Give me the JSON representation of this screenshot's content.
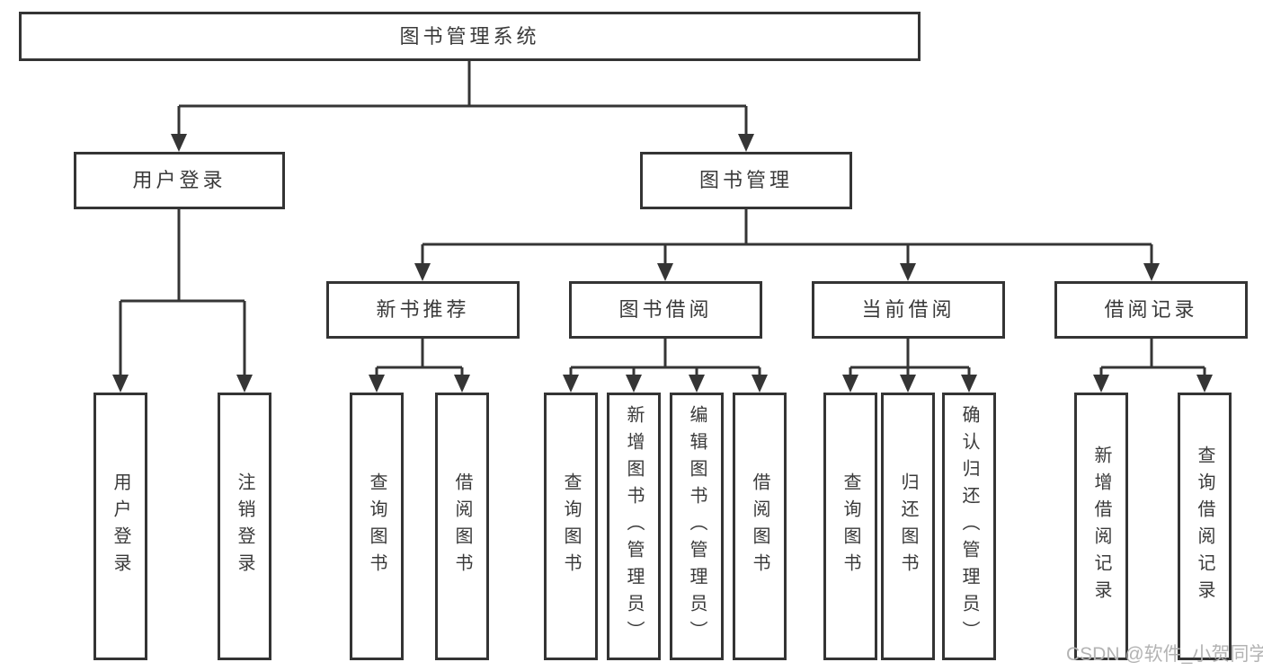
{
  "tree": {
    "root": {
      "label": "图书管理系统"
    },
    "branches": [
      {
        "label": "用户登录",
        "children": [
          {
            "label": "用户登录"
          },
          {
            "label": "注销登录"
          }
        ]
      },
      {
        "label": "图书管理",
        "sections": [
          {
            "label": "新书推荐",
            "children": [
              {
                "label": "查询图书"
              },
              {
                "label": "借阅图书"
              }
            ]
          },
          {
            "label": "图书借阅",
            "children": [
              {
                "label": "查询图书"
              },
              {
                "label": "新增图书（管理员）"
              },
              {
                "label": "编辑图书（管理员）"
              },
              {
                "label": "借阅图书"
              }
            ]
          },
          {
            "label": "当前借阅",
            "children": [
              {
                "label": "查询图书"
              },
              {
                "label": "归还图书"
              },
              {
                "label": "确认归还（管理员）"
              }
            ]
          },
          {
            "label": "借阅记录",
            "children": [
              {
                "label": "新增借阅记录"
              },
              {
                "label": "查询借阅记录"
              }
            ]
          }
        ]
      }
    ]
  },
  "watermark": {
    "text": "CSDN @软件_小贺同学"
  },
  "colors": {
    "line": "#353535",
    "box_border": "#343434",
    "text": "#3a3a3a",
    "watermark": "#b3b3b3",
    "background": "#ffffff"
  }
}
